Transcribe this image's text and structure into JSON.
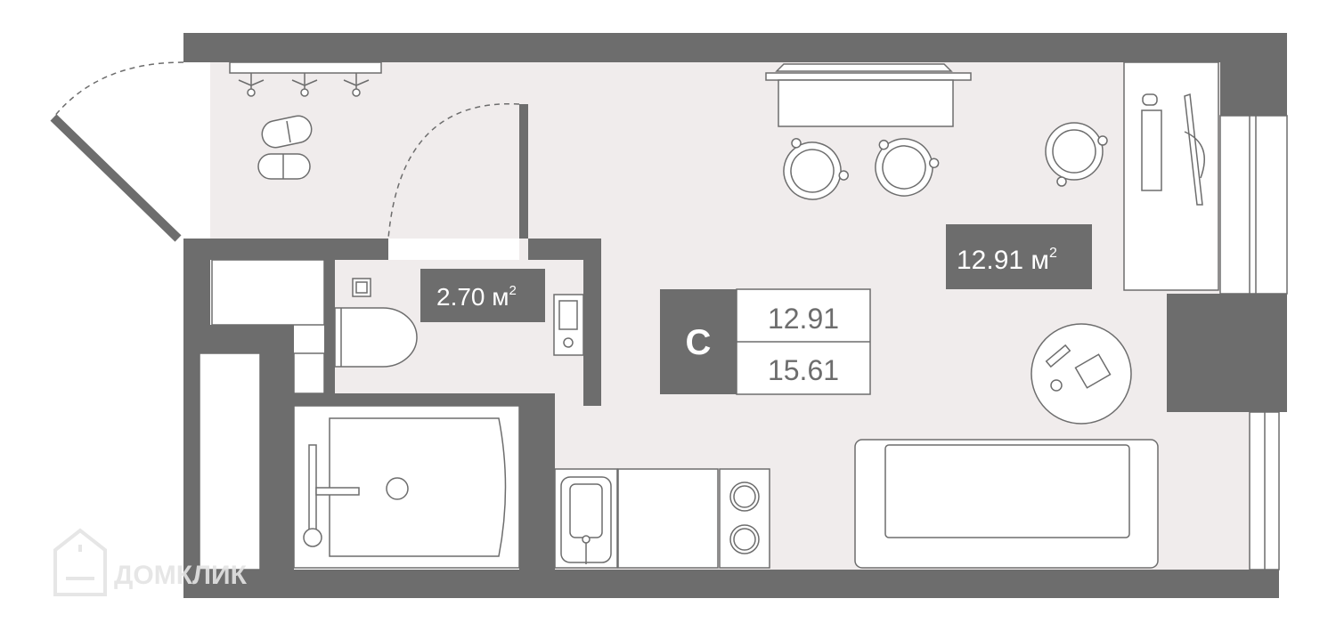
{
  "rooms": {
    "bathroom": {
      "area": "2.70",
      "unit": "м",
      "sup": "2"
    },
    "living": {
      "area": "12.91",
      "unit": "м",
      "sup": "2"
    }
  },
  "apartment": {
    "type_letter": "С",
    "living_area": "12.91",
    "total_area": "15.61"
  },
  "watermark": {
    "text": "ДОМКЛИК"
  },
  "colors": {
    "wall": "#6d6d6d",
    "floor": "#f0ecec",
    "line": "#6d6d6d",
    "white": "#ffffff",
    "watermark": "#e6e6e6"
  }
}
